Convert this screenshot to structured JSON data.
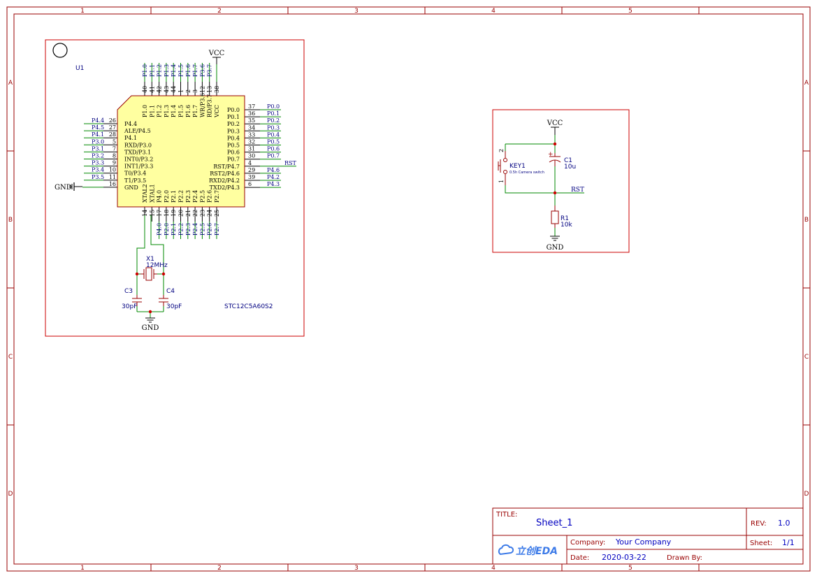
{
  "colors": {
    "frame": "#990000",
    "wire": "#008800",
    "net": "#000080",
    "chip_fill": "#ffffa0",
    "pin_text": "#000000",
    "title_value": "#0000c0"
  },
  "frame": {
    "columns": [
      "1",
      "2",
      "3",
      "4",
      "5"
    ],
    "rows": [
      "A",
      "B",
      "C",
      "D"
    ]
  },
  "mcu": {
    "designator": "U1",
    "part": "STC12C5A60S2",
    "vcc_label": "VCC",
    "gnd_label": "GND",
    "top_pins": [
      {
        "num": "40",
        "name": "P1.0",
        "net": "P1.0"
      },
      {
        "num": "41",
        "name": "P1.1",
        "net": "P1.1"
      },
      {
        "num": "42",
        "name": "P1.2",
        "net": "P1.2"
      },
      {
        "num": "43",
        "name": "P1.3",
        "net": "P1.3"
      },
      {
        "num": "44",
        "name": "P1.4",
        "net": "P1.4"
      },
      {
        "num": "1",
        "name": "P1.5",
        "net": "P1.5"
      },
      {
        "num": "2",
        "name": "P1.6",
        "net": "P1.6"
      },
      {
        "num": "3",
        "name": "P1.7",
        "net": "P1.7"
      },
      {
        "num": "12",
        "name": "WR/P3.6",
        "net": "P3.6"
      },
      {
        "num": "13",
        "name": "RD/P3.7",
        "net": "P3.7"
      },
      {
        "num": "38",
        "name": "VCC",
        "net": ""
      }
    ],
    "left_pins": [
      {
        "num": "26",
        "name": "P4.4",
        "net": "P4.4"
      },
      {
        "num": "27",
        "name": "ALE/P4.5",
        "net": "P4.5"
      },
      {
        "num": "28",
        "name": "P4.1",
        "net": "P4.1"
      },
      {
        "num": "5",
        "name": "RXD/P3.0",
        "net": "P3.0"
      },
      {
        "num": "7",
        "name": "TXD/P3.1",
        "net": "P3.1"
      },
      {
        "num": "8",
        "name": "INT0/P3.2",
        "net": "P3.2"
      },
      {
        "num": "9",
        "name": "INT1/P3.3",
        "net": "P3.3"
      },
      {
        "num": "10",
        "name": "T0/P3.4",
        "net": "P3.4"
      },
      {
        "num": "11",
        "name": "T1/P3.5",
        "net": "P3.5"
      },
      {
        "num": "16",
        "name": "GND",
        "net": ""
      }
    ],
    "right_pins": [
      {
        "num": "37",
        "name": "P0.0",
        "net": "P0.0"
      },
      {
        "num": "36",
        "name": "P0.1",
        "net": "P0.1"
      },
      {
        "num": "35",
        "name": "P0.2",
        "net": "P0.2"
      },
      {
        "num": "34",
        "name": "P0.3",
        "net": "P0.3"
      },
      {
        "num": "33",
        "name": "P0.4",
        "net": "P0.4"
      },
      {
        "num": "32",
        "name": "P0.5",
        "net": "P0.5"
      },
      {
        "num": "31",
        "name": "P0.6",
        "net": "P0.6"
      },
      {
        "num": "30",
        "name": "P0.7",
        "net": "P0.7"
      },
      {
        "num": "4",
        "name": "RST/P4.7",
        "net": "RST"
      },
      {
        "num": "29",
        "name": "RST2/P4.6",
        "net": "P4.6"
      },
      {
        "num": "39",
        "name": "RXD2/P4.2",
        "net": "P4.2"
      },
      {
        "num": "6",
        "name": "TXD2/P4.3",
        "net": "P4.3"
      }
    ],
    "bottom_pins": [
      {
        "num": "14",
        "name": "XTAL2",
        "net": ""
      },
      {
        "num": "15",
        "name": "XTAL1",
        "net": ""
      },
      {
        "num": "17",
        "name": "P4.0",
        "net": "P4.0"
      },
      {
        "num": "18",
        "name": "P2.0",
        "net": "P2.0"
      },
      {
        "num": "19",
        "name": "P2.1",
        "net": "P2.1"
      },
      {
        "num": "20",
        "name": "P2.2",
        "net": "P2.2"
      },
      {
        "num": "21",
        "name": "P2.3",
        "net": "P2.3"
      },
      {
        "num": "22",
        "name": "P2.4",
        "net": "P2.4"
      },
      {
        "num": "23",
        "name": "P2.5",
        "net": "P2.5"
      },
      {
        "num": "24",
        "name": "P2.6",
        "net": "P2.6"
      },
      {
        "num": "25",
        "name": "P2.7",
        "net": "P2.7"
      }
    ]
  },
  "crystal": {
    "designator": "X1",
    "value": "12MHz",
    "c3": {
      "designator": "C3",
      "value": "30pF"
    },
    "c4": {
      "designator": "C4",
      "value": "30pF"
    },
    "gnd_label": "GND"
  },
  "reset": {
    "vcc_label": "VCC",
    "key": {
      "designator": "KEY1",
      "description": "0.5h Camera switch",
      "pin1": "1",
      "pin2": "2"
    },
    "cap": {
      "designator": "C1",
      "value": "10u",
      "plus": "+"
    },
    "net": "RST",
    "res": {
      "designator": "R1",
      "value": "10k"
    },
    "gnd_label": "GND"
  },
  "title_block": {
    "title_label": "TITLE:",
    "title_value": "Sheet_1",
    "rev_label": "REV:",
    "rev_value": "1.0",
    "company_label": "Company:",
    "company_value": "Your Company",
    "sheet_label": "Sheet:",
    "sheet_value": "1/1",
    "date_label": "Date:",
    "date_value": "2020-03-22",
    "drawn_label": "Drawn By:",
    "drawn_value": "",
    "logo_text": "立创EDA"
  }
}
